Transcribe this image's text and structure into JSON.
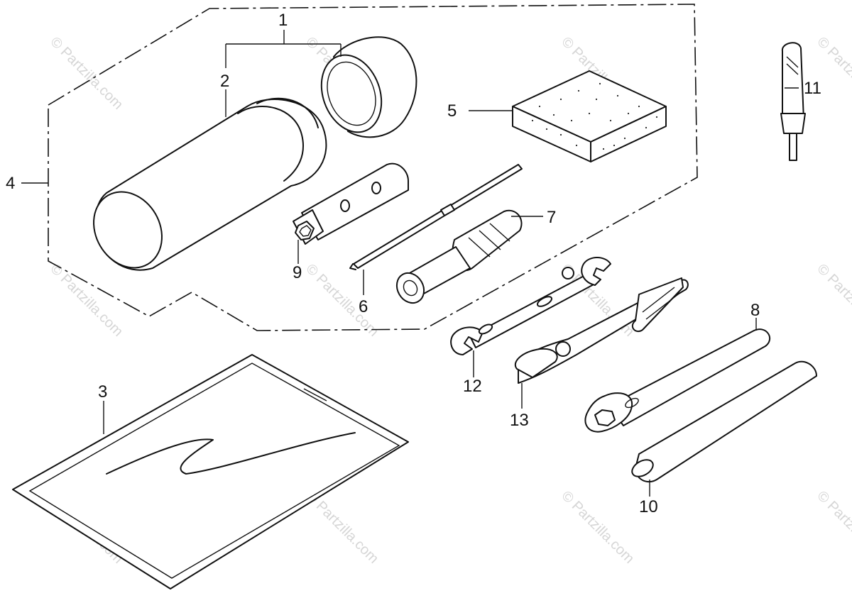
{
  "callouts": {
    "c1": "1",
    "c2": "2",
    "c3": "3",
    "c4": "4",
    "c5": "5",
    "c6": "6",
    "c7": "7",
    "c8": "8",
    "c9": "9",
    "c10": "10",
    "c11": "11",
    "c12": "12",
    "c13": "13"
  },
  "watermark": "© Partzilla.com",
  "colors": {
    "line": "#111111",
    "watermark": "#d6d6d6",
    "background": "#ffffff"
  }
}
